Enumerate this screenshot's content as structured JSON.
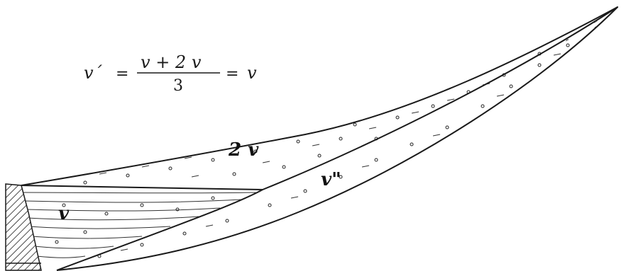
{
  "equation": {
    "lhs": "v´",
    "equals1": "=",
    "numerator": "v + 2 v",
    "denominator": "3",
    "equals2": "=",
    "rhs": "v"
  },
  "labels": {
    "upper_region": "2 v",
    "left_region": "v",
    "lower_region": "v\""
  },
  "colors": {
    "ink": "#1a1a1a",
    "background": "#ffffff"
  }
}
